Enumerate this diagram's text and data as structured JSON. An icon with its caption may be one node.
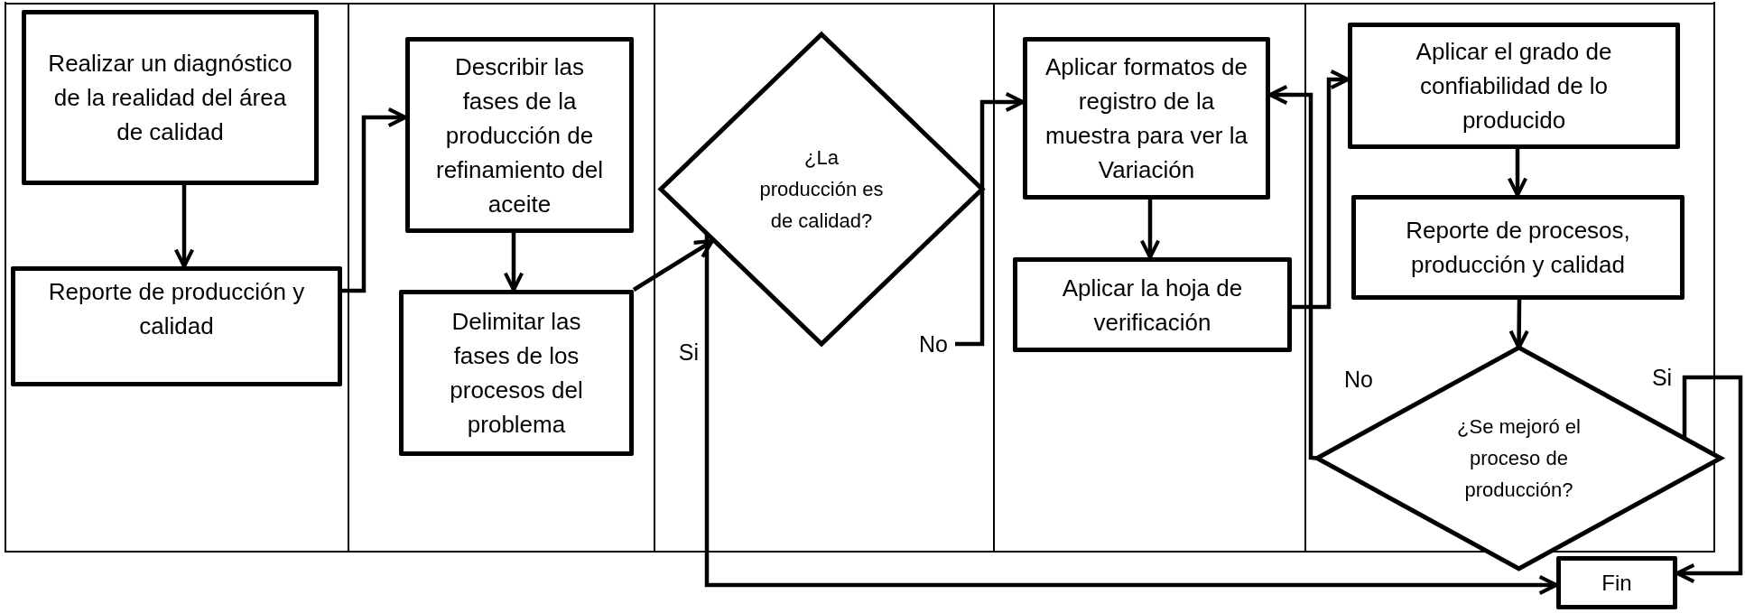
{
  "diagram": {
    "nodes": [
      {
        "text": [
          "Realizar un diagnóstico de la realidad del área de calidad"
        ]
      },
      {
        "text": [
          "Reporte de producción y calidad"
        ]
      },
      {
        "text": [
          "Describir las fases de la producción de refinamiento del aceite"
        ]
      },
      {
        "text": [
          "Delimitar las fases de los procesos del problema"
        ]
      },
      {
        "text": [
          "¿La producción es de calidad?"
        ]
      },
      {
        "text": [
          "Aplicar formatos de registro de la muestra para ver la Variación"
        ]
      },
      {
        "text": [
          "Aplicar la hoja de verificación"
        ]
      },
      {
        "text": [
          "Aplicar el grado de confiabilidad de lo producido"
        ]
      },
      {
        "text": [
          "Reporte de procesos, producción y calidad"
        ]
      },
      {
        "text": [
          "¿Se mejoró el proceso de producción?"
        ]
      },
      {
        "text": [
          "Fin"
        ]
      }
    ],
    "edges": [
      {
        "from": 0,
        "to": 1,
        "arrow": "to"
      },
      {
        "from": 1,
        "to": 2,
        "arrow": "to"
      },
      {
        "from": 2,
        "to": 3,
        "arrow": "to"
      },
      {
        "from": 3,
        "to": 4,
        "arrow": "to"
      },
      {
        "from": 4,
        "to": 5,
        "arrow": "to",
        "label": "No"
      },
      {
        "from": 4,
        "to": 10,
        "arrow": "to",
        "label": "Si"
      },
      {
        "from": 5,
        "to": 6,
        "arrow": "to"
      },
      {
        "from": 6,
        "to": 7,
        "arrow": "to"
      },
      {
        "from": 9,
        "to": 5,
        "arrow": "to",
        "label": "No"
      },
      {
        "from": 7,
        "to": 8,
        "arrow": "to"
      },
      {
        "from": 8,
        "to": 9,
        "arrow": "to"
      },
      {
        "from": 9,
        "to": 10,
        "arrow": "to",
        "label": "Si"
      }
    ]
  }
}
